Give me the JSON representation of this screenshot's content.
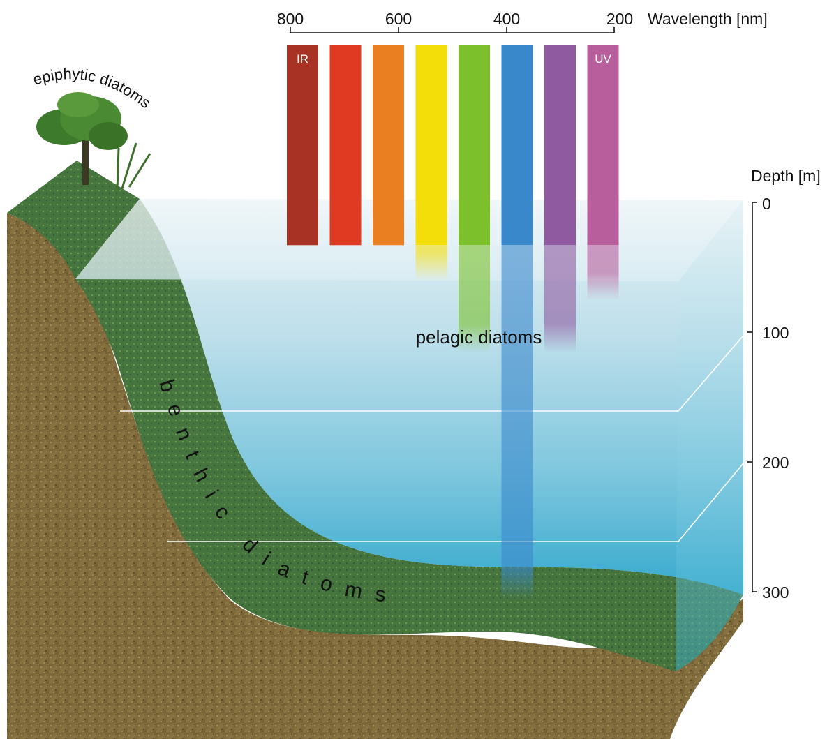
{
  "wavelength_axis": {
    "label": "Wavelength [nm]",
    "ticks": [
      "800",
      "600",
      "400",
      "200"
    ]
  },
  "depth_axis": {
    "label": "Depth [m]",
    "ticks": [
      "0",
      "100",
      "200",
      "300"
    ]
  },
  "spectrum_bands": [
    {
      "label": "IR",
      "color": "#a83324",
      "penetration_depth_m": 8
    },
    {
      "label": "",
      "color": "#e03a22",
      "penetration_depth_m": 14
    },
    {
      "label": "",
      "color": "#ea7f22",
      "penetration_depth_m": 27
    },
    {
      "label": "",
      "color": "#f4de0a",
      "penetration_depth_m": 55
    },
    {
      "label": "",
      "color": "#7cc12c",
      "penetration_depth_m": 110
    },
    {
      "label": "",
      "color": "#3a88cc",
      "penetration_depth_m": 300
    },
    {
      "label": "",
      "color": "#8f5aa0",
      "penetration_depth_m": 110
    },
    {
      "label": "UV",
      "color": "#b95e9c",
      "penetration_depth_m": 70
    }
  ],
  "labels": {
    "epiphytic": "epiphytic diatoms",
    "pelagic": "pelagic diatoms",
    "benthic": "benthic diatoms"
  },
  "colors": {
    "water_top": "#e4f0f4",
    "water_bottom": "#1ea0c8",
    "soil": "#7e6a3c",
    "algae": "#4a7a3a"
  }
}
